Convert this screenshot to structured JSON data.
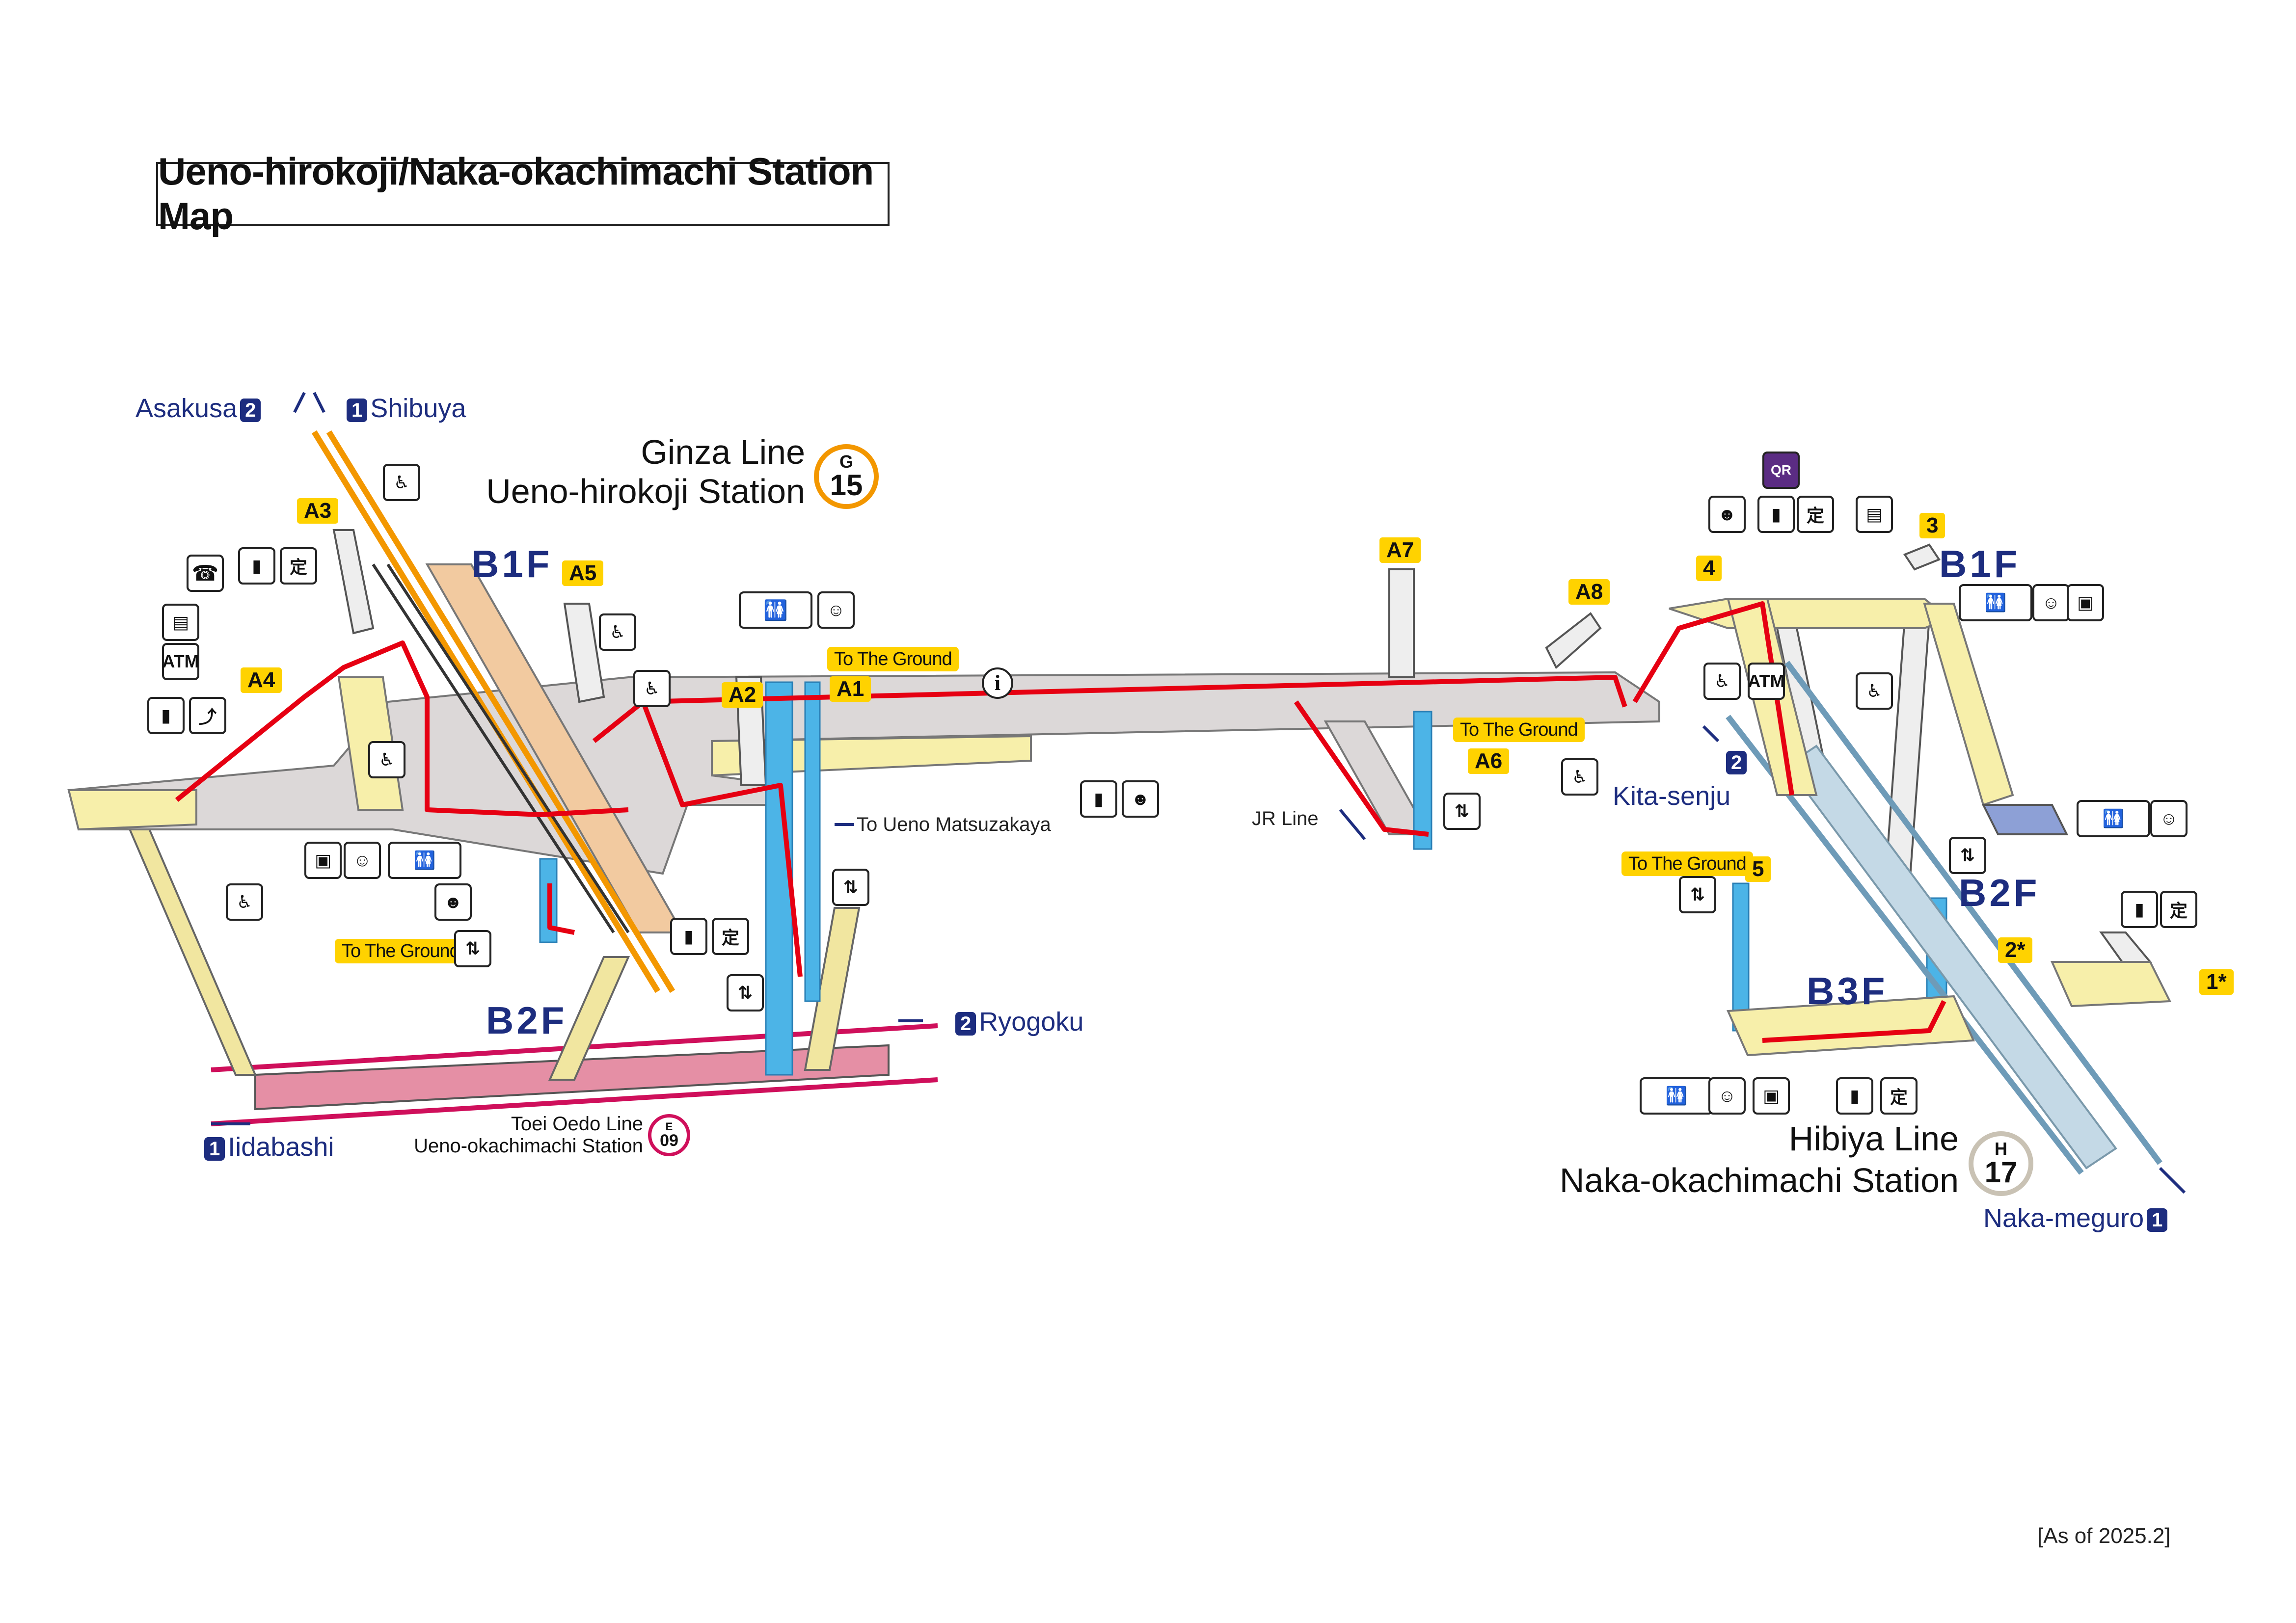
{
  "title": "Ueno-hirokoji/Naka-okachimachi Station Map",
  "as_of": "[As of 2025.2]",
  "ginza": {
    "line_name": "Ginza Line",
    "station_name": "Ueno-hirokoji Station",
    "code_letter": "G",
    "code_number": "15",
    "color": "#f39700",
    "dir_asakusa_label": "Asakusa",
    "dir_asakusa_num": "2",
    "dir_shibuya_label": "Shibuya",
    "dir_shibuya_num": "1"
  },
  "oedo": {
    "line_name": "Toei Oedo Line",
    "station_name": "Ueno-okachimachi Station",
    "code_letter": "E",
    "code_number": "09",
    "color": "#cf0f5b",
    "dir_iidabashi_label": "Iidabashi",
    "dir_iidabashi_num": "1",
    "dir_ryogoku_label": "Ryogoku",
    "dir_ryogoku_num": "2"
  },
  "hibiya": {
    "line_name": "Hibiya Line",
    "station_name": "Naka-okachimachi Station",
    "code_letter": "H",
    "code_number": "17",
    "color": "#9caeb7",
    "dir_kitasenju_label": "Kita-senju",
    "dir_kitasenju_num": "2",
    "dir_nakameguro_label": "Naka-meguro",
    "dir_nakameguro_num": "1"
  },
  "floors": {
    "b1f_left": "B1F",
    "b2f_left": "B2F",
    "b1f_right": "B1F",
    "b2f_right": "B2F",
    "b3f_right": "B3F"
  },
  "exits": {
    "a1": "A1",
    "a2": "A2",
    "a3": "A3",
    "a4": "A4",
    "a5": "A5",
    "a6": "A6",
    "a7": "A7",
    "a8": "A8",
    "e1": "1*",
    "e2": "2*",
    "e3": "3",
    "e4": "4",
    "e5": "5"
  },
  "labels": {
    "to_ground": "To The Ground",
    "to_matsuzakaya": "To Ueno Matsuzakaya",
    "jr_line": "JR Line"
  },
  "icons": {
    "atm": "ATM",
    "qr": "QR",
    "info": "i",
    "fixed_fare": "定"
  },
  "colors": {
    "route_red": "#e60012",
    "concourse_gray": "#dcd8d8",
    "platform_yellow": "#f7efaa",
    "elevator_blue": "#4cb4e7",
    "navy": "#1d2d7f",
    "oedo_platform": "#e58fa5"
  }
}
